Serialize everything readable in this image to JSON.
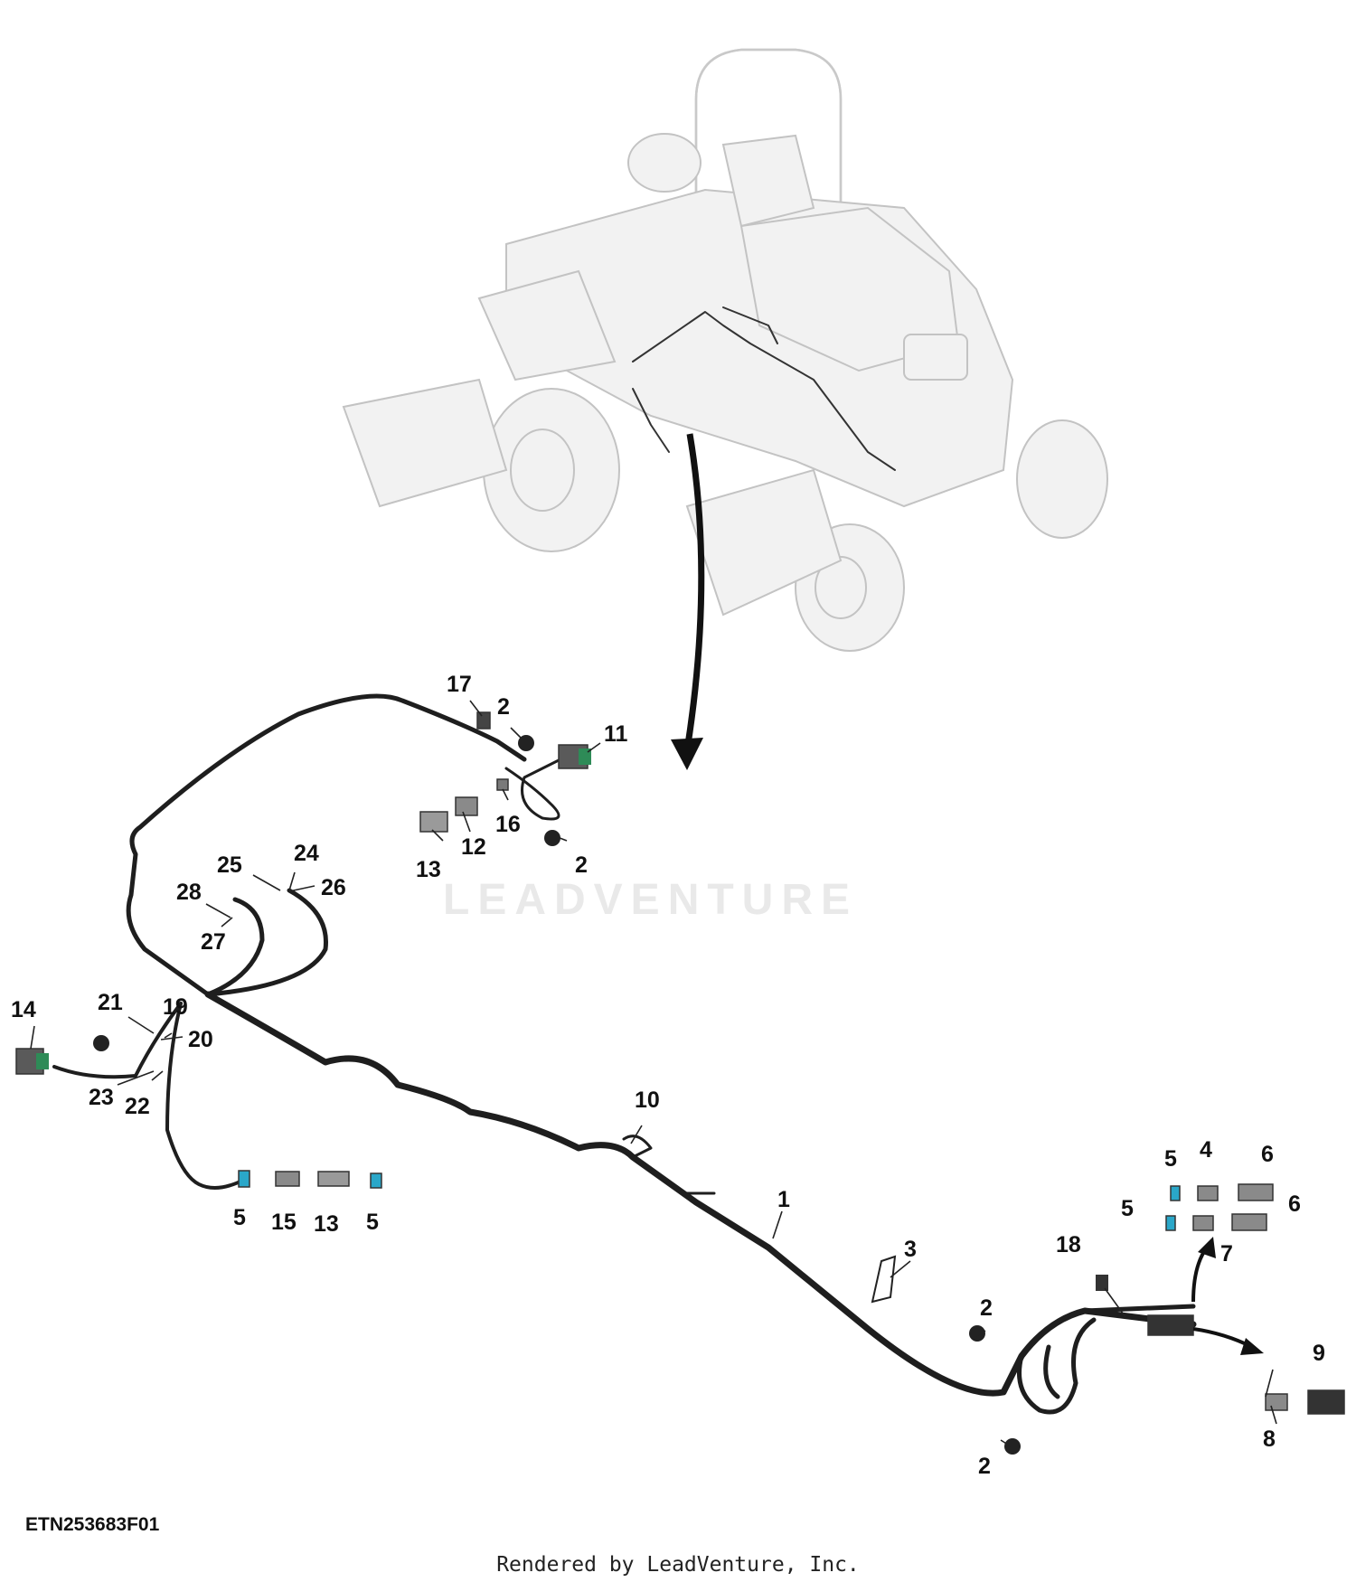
{
  "figure": {
    "code": "ETN253683F01",
    "credit": "Rendered by LeadVenture, Inc.",
    "watermark": "LEADVENTURE"
  },
  "machine": {
    "description_icon": "mower-tractor-ghost"
  },
  "callouts": [
    {
      "id": "c1",
      "label": "1"
    },
    {
      "id": "c2a",
      "label": "2"
    },
    {
      "id": "c2b",
      "label": "2"
    },
    {
      "id": "c2c",
      "label": "2"
    },
    {
      "id": "c2d",
      "label": "2"
    },
    {
      "id": "c3",
      "label": "3"
    },
    {
      "id": "c4",
      "label": "4"
    },
    {
      "id": "c5a",
      "label": "5"
    },
    {
      "id": "c5b",
      "label": "5"
    },
    {
      "id": "c5c",
      "label": "5"
    },
    {
      "id": "c5d",
      "label": "5"
    },
    {
      "id": "c6a",
      "label": "6"
    },
    {
      "id": "c6b",
      "label": "6"
    },
    {
      "id": "c7",
      "label": "7"
    },
    {
      "id": "c8",
      "label": "8"
    },
    {
      "id": "c9",
      "label": "9"
    },
    {
      "id": "c10",
      "label": "10"
    },
    {
      "id": "c11",
      "label": "11"
    },
    {
      "id": "c12",
      "label": "12"
    },
    {
      "id": "c13a",
      "label": "13"
    },
    {
      "id": "c13b",
      "label": "13"
    },
    {
      "id": "c14",
      "label": "14"
    },
    {
      "id": "c15",
      "label": "15"
    },
    {
      "id": "c16",
      "label": "16"
    },
    {
      "id": "c17",
      "label": "17"
    },
    {
      "id": "c18",
      "label": "18"
    },
    {
      "id": "c19",
      "label": "19"
    },
    {
      "id": "c20",
      "label": "20"
    },
    {
      "id": "c21",
      "label": "21"
    },
    {
      "id": "c22",
      "label": "22"
    },
    {
      "id": "c23",
      "label": "23"
    },
    {
      "id": "c24",
      "label": "24"
    },
    {
      "id": "c25",
      "label": "25"
    },
    {
      "id": "c26",
      "label": "26"
    },
    {
      "id": "c27",
      "label": "27"
    },
    {
      "id": "c28",
      "label": "28"
    }
  ],
  "colors": {
    "harness": "#1e1e1e",
    "connector_blue": "#2aa7c9",
    "connector_green": "#2e8b57",
    "connector_gray": "#8a8a8a",
    "ghost_machine": "#d9d9d9"
  }
}
